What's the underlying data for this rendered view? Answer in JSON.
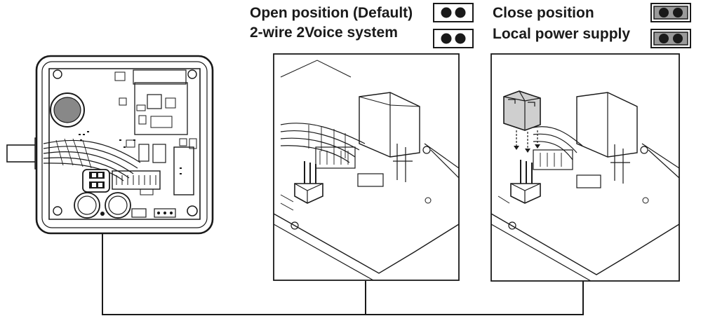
{
  "legend": {
    "open": {
      "label": "Open position (Default)",
      "jumper": "open-jumper-icon"
    },
    "two_wire": {
      "label": "2-wire 2Voice system",
      "jumper": "open-jumper-icon"
    },
    "close": {
      "label": "Close position",
      "jumper": "closed-jumper-icon"
    },
    "local_power": {
      "label": "Local power supply",
      "jumper": "closed-jumper-icon"
    }
  },
  "panels": {
    "board": {
      "icon": "circuit-board-icon"
    },
    "open_detail": {
      "icon": "jumper-open-detail-icon"
    },
    "close_detail": {
      "icon": "jumper-close-detail-icon"
    }
  },
  "colors": {
    "ink": "#1a1a1a",
    "closed_fill": "#9a9a9a",
    "cap_fill": "#cfcfcf"
  }
}
